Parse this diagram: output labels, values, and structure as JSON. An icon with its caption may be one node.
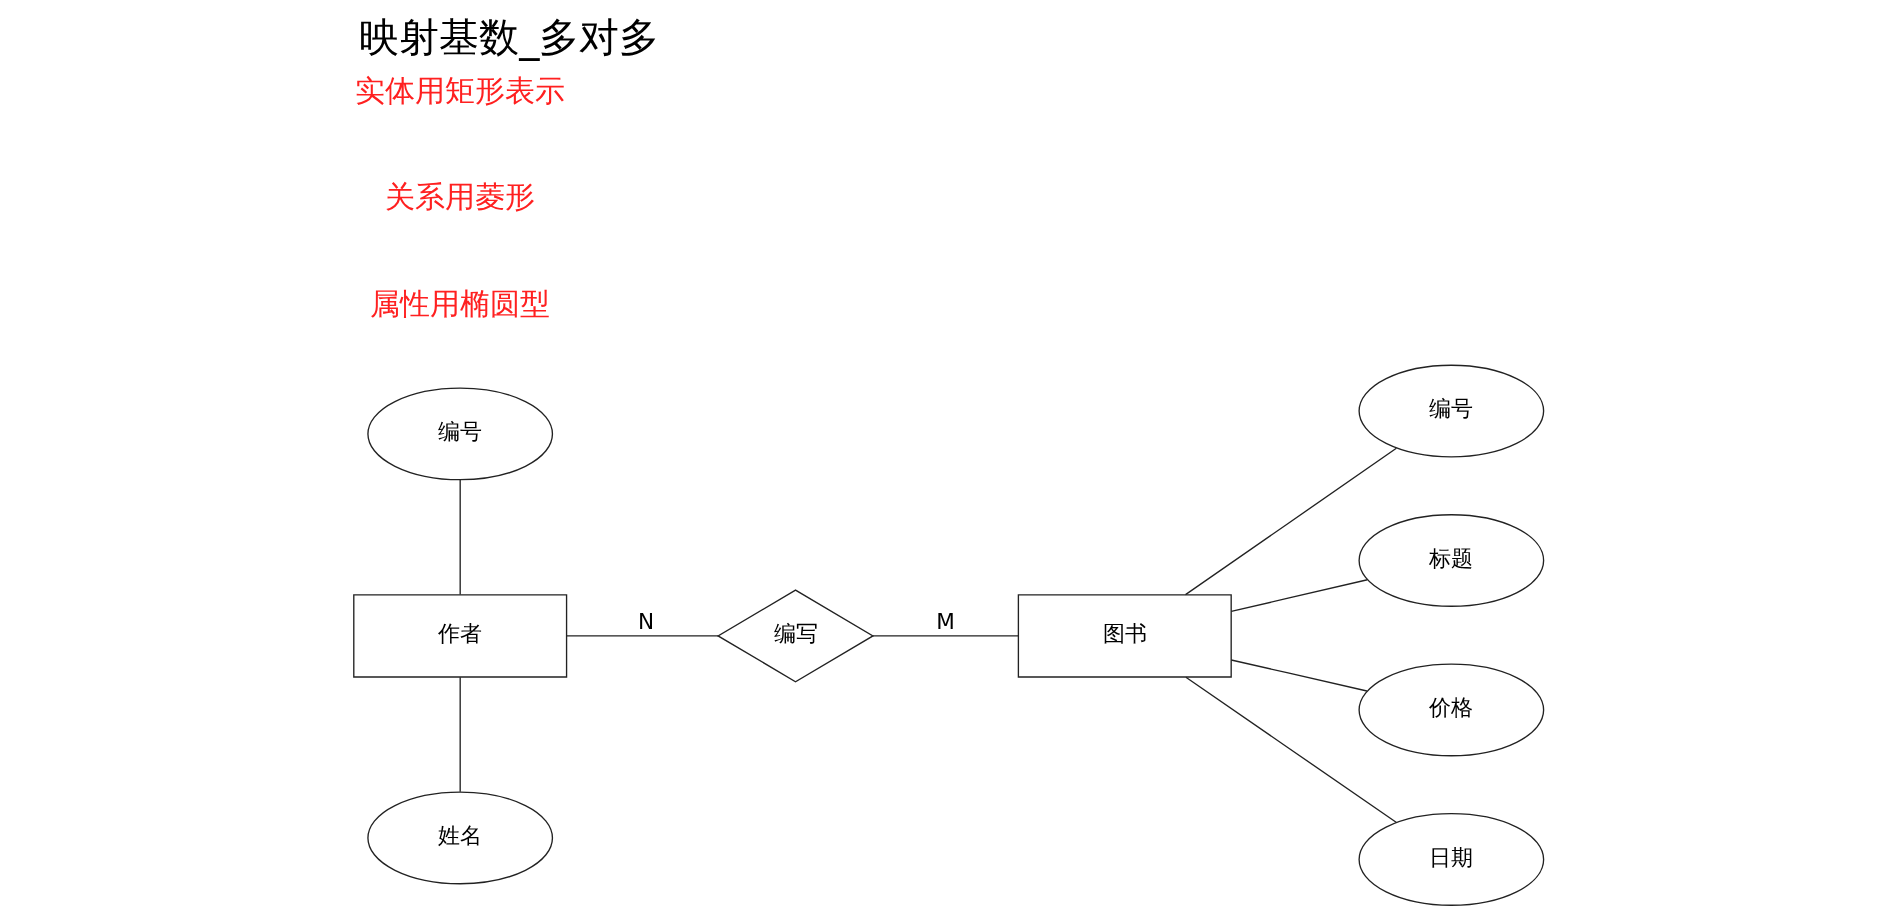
{
  "diagram": {
    "title": "映射基数_多对多",
    "nodes": [
      {
        "text": [
          "编号"
        ]
      },
      {
        "text": [
          "作者"
        ]
      },
      {
        "text": [
          "姓名"
        ]
      },
      {
        "text": [
          "编写"
        ]
      },
      {
        "text": [
          "图书"
        ]
      },
      {
        "text": [
          "编号"
        ]
      },
      {
        "text": [
          "标题"
        ]
      },
      {
        "text": [
          "价格"
        ]
      },
      {
        "text": [
          "日期"
        ]
      }
    ],
    "edges": [
      {
        "from": 0,
        "to": 1,
        "arrow": "none"
      },
      {
        "from": 1,
        "to": 2,
        "arrow": "none"
      },
      {
        "from": 1,
        "to": 3,
        "arrow": "none",
        "label": "N"
      },
      {
        "from": 3,
        "to": 4,
        "arrow": "none",
        "label": "M"
      },
      {
        "from": 4,
        "to": 5,
        "arrow": "none"
      },
      {
        "from": 4,
        "to": 6,
        "arrow": "none"
      },
      {
        "from": 4,
        "to": 7,
        "arrow": "none"
      },
      {
        "from": 4,
        "to": 8,
        "arrow": "none"
      }
    ],
    "labels": [
      "属性用椭圆型",
      "关系用菱形",
      "实体用矩形表示"
    ]
  }
}
